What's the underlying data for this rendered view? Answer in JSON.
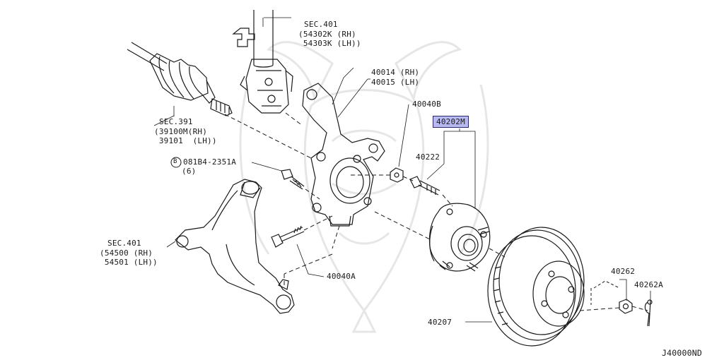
{
  "diagram": {
    "code": "J40000ND",
    "labels": {
      "strut_sec": "SEC.401",
      "strut_rh": "(54302K (RH)",
      "strut_lh": " 54303K (LH))",
      "knuckle_rh": "40014 (RH)",
      "knuckle_lh": "40015 (LH)",
      "nut_top": "40040B",
      "hub_assy": "40202M",
      "hub_bolt": "40222",
      "shaft_sec": "SEC.391",
      "shaft_rh": "(39100M(RH)",
      "shaft_lh": " 39101  (LH))",
      "bolt_code": "081B4-2351A",
      "bolt_qty": "(6)",
      "bolt_prefix": "B",
      "arm_sec": "SEC.401",
      "arm_rh": "(54500 (RH)",
      "arm_lh": " 54501 (LH))",
      "bolt_lower": "40040A",
      "rotor": "40207",
      "hub_nut": "40262",
      "cotter_pin": "40262A"
    },
    "colors": {
      "line": "#1a1a1a",
      "highlight": "#b9b9f2",
      "watermark": "#e9e9e9"
    }
  }
}
